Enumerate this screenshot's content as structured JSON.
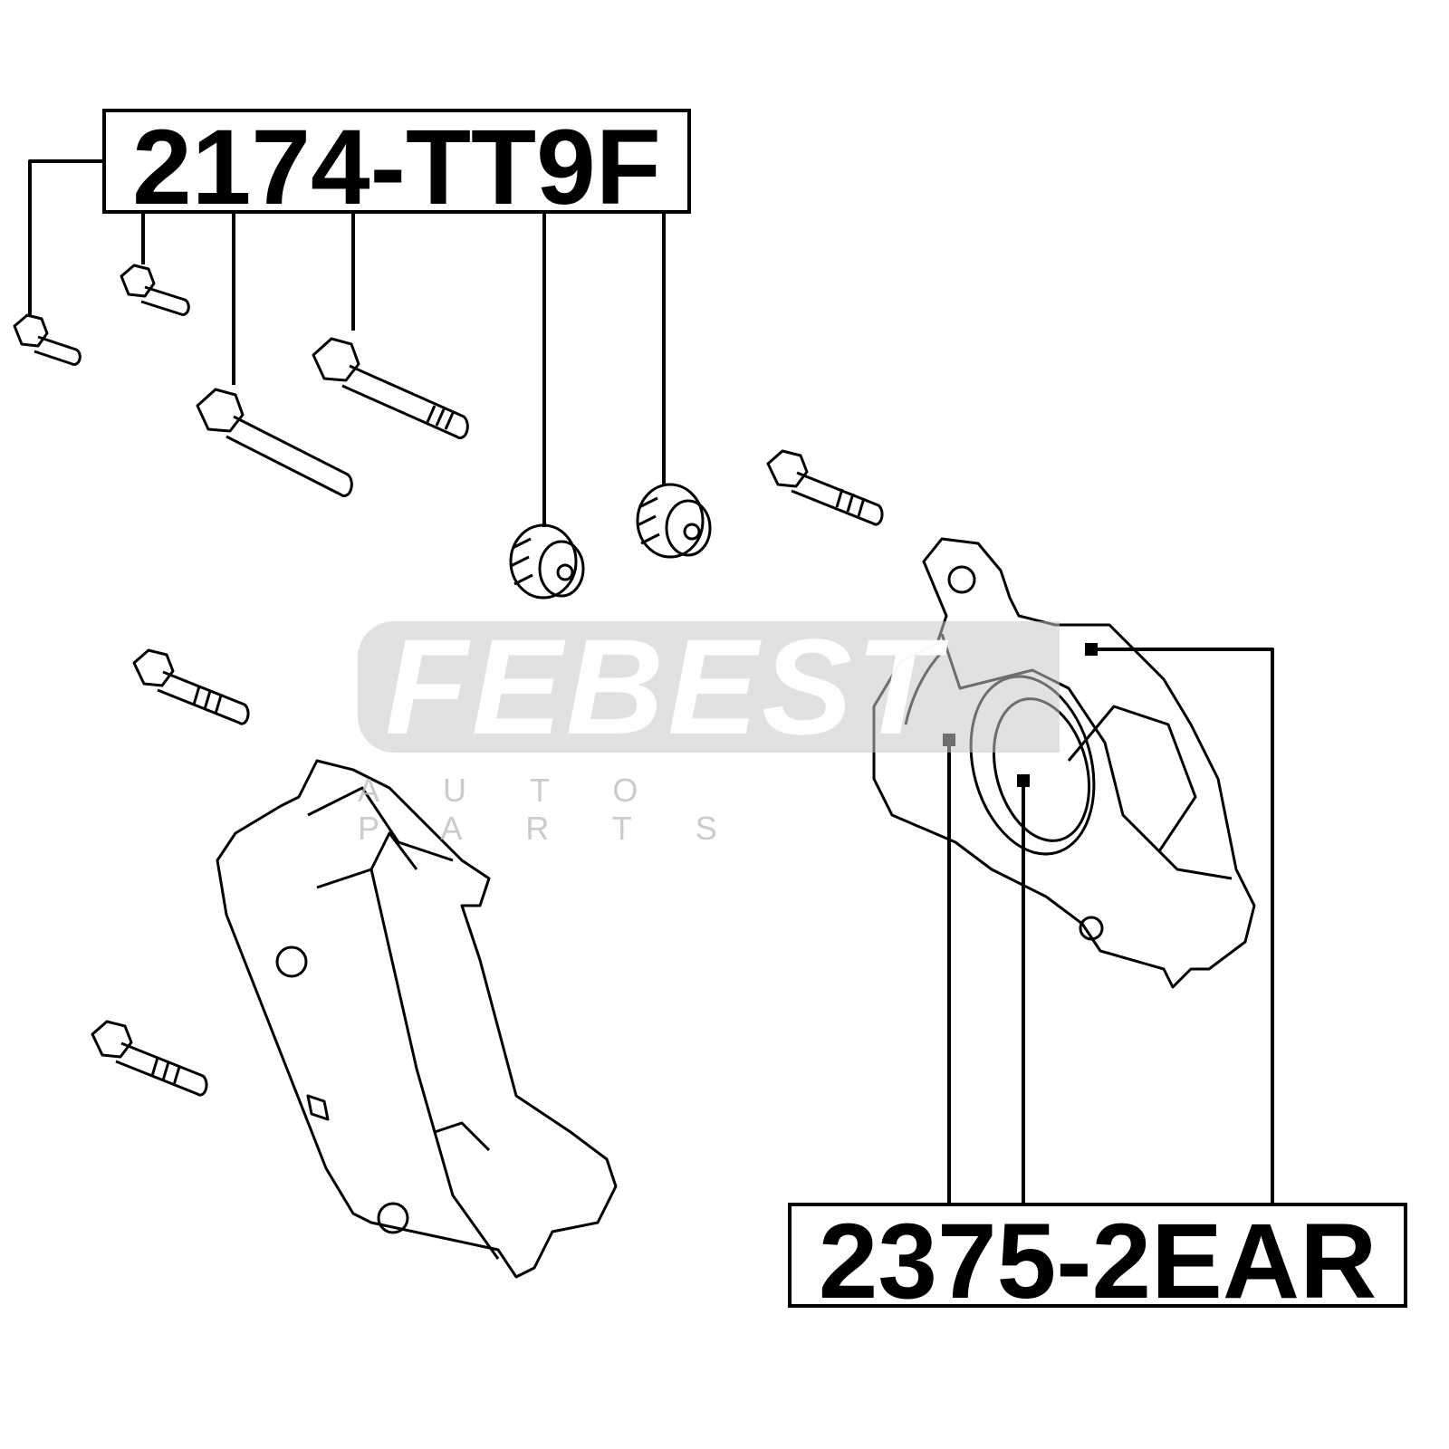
{
  "labels": {
    "part_top": "2174-TT9F",
    "part_bottom": "2375-2EAR"
  },
  "watermark": {
    "brand": "FEBEST",
    "tagline": "AUTO PARTS"
  }
}
